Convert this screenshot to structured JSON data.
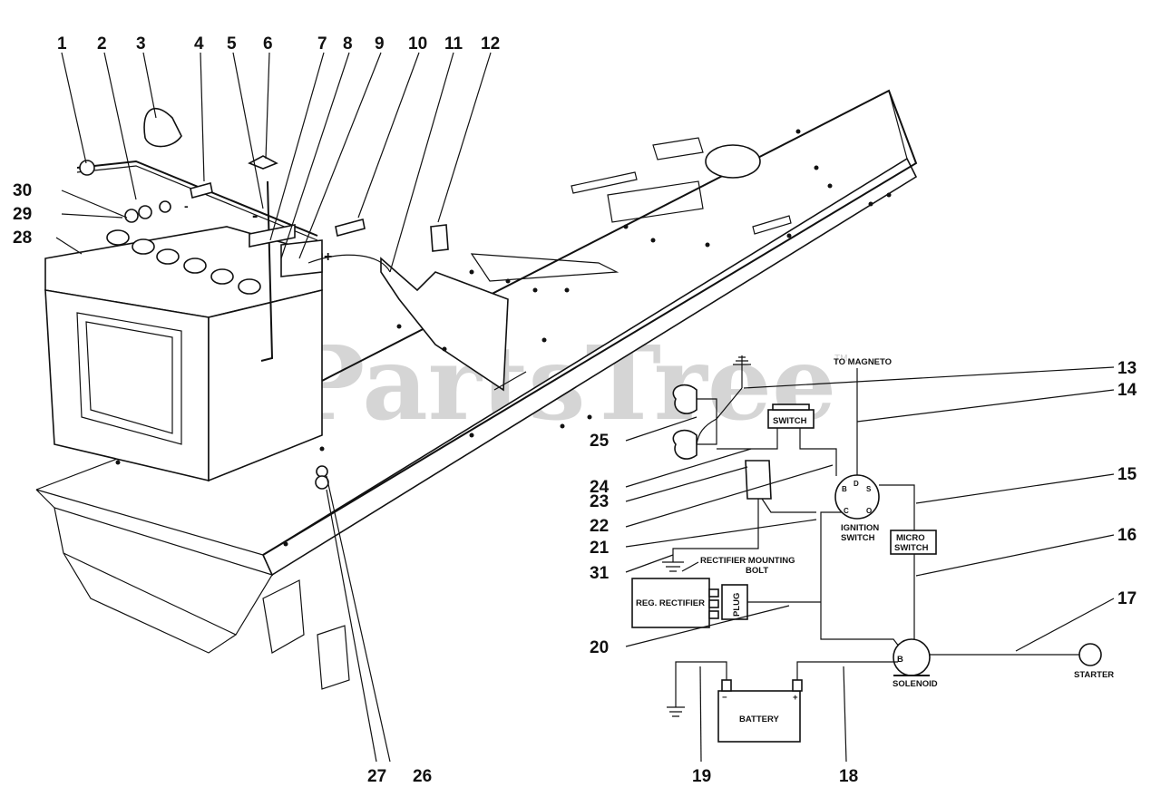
{
  "watermark": {
    "text": "PartsTree",
    "tm": "TM"
  },
  "callouts": {
    "c1": "1",
    "c2": "2",
    "c3": "3",
    "c4": "4",
    "c5": "5",
    "c6": "6",
    "c7": "7",
    "c8": "8",
    "c9": "9",
    "c10": "10",
    "c11": "11",
    "c12": "12",
    "c13": "13",
    "c14": "14",
    "c15": "15",
    "c16": "16",
    "c17": "17",
    "c18": "18",
    "c19": "19",
    "c20": "20",
    "c21": "21",
    "c22": "22",
    "c23": "23",
    "c24": "24",
    "c25": "25",
    "c26": "26",
    "c27": "27",
    "c28": "28",
    "c29": "29",
    "c30": "30",
    "c31": "31"
  },
  "battery_symbols": {
    "plus": "+",
    "minus": "-"
  },
  "wiring": {
    "to_magneto": "TO MAGNETO",
    "switch": "SWITCH",
    "ignition_switch_line1": "IGNITION",
    "ignition_switch_line2": "SWITCH",
    "ign_b": "B",
    "ign_d": "D",
    "ign_s": "S",
    "ign_c": "C",
    "ign_o": "O",
    "micro_switch_line1": "MICRO",
    "micro_switch_line2": "SWITCH",
    "rectifier_bolt_line1": "RECTIFIER MOUNTING",
    "rectifier_bolt_line2": "BOLT",
    "reg_rectifier": "REG. RECTIFIER",
    "plug": "PLUG",
    "solenoid": "SOLENOID",
    "solenoid_b": "B",
    "starter": "STARTER",
    "battery": "BATTERY",
    "bat_minus": "−",
    "bat_plus": "+"
  }
}
